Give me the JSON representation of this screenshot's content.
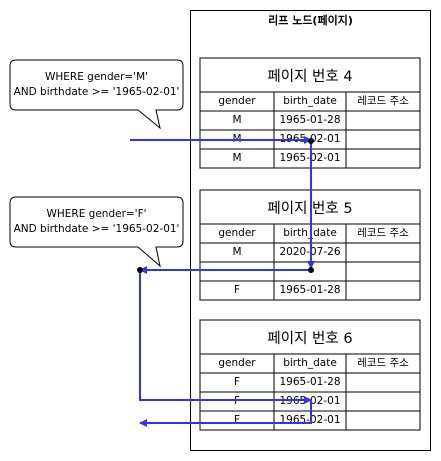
{
  "container": {
    "title": "리프 노드(페이지)"
  },
  "callouts": [
    {
      "line1": "WHERE gender='M'",
      "line2": "AND birthdate >= '1965-02-01'"
    },
    {
      "line1": "WHERE gender='F'",
      "line2": "AND birthdate >= '1965-02-01'"
    }
  ],
  "pages": [
    {
      "title": "페이지 번호 4",
      "headers": [
        "gender",
        "birth_date",
        "레코드 주소"
      ],
      "rows": [
        [
          "M",
          "1965-01-28",
          ""
        ],
        [
          "M",
          "1965-02-01",
          ""
        ],
        [
          "M",
          "1965-02-01",
          ""
        ]
      ]
    },
    {
      "title": "페이지 번호 5",
      "headers": [
        "gender",
        "birth_date",
        "레코드 주소"
      ],
      "rows": [
        [
          "M",
          "2020-07-26",
          ""
        ],
        [
          "",
          "",
          ""
        ],
        [
          "F",
          "1965-01-28",
          ""
        ]
      ]
    },
    {
      "title": "페이지 번호 6",
      "headers": [
        "gender",
        "birth_date",
        "레코드 주소"
      ],
      "rows": [
        [
          "F",
          "1965-01-28",
          ""
        ],
        [
          "F",
          "1965-02-01",
          ""
        ],
        [
          "F",
          "1965-02-01",
          ""
        ]
      ]
    }
  ],
  "colors": {
    "arrow": "#3333ee",
    "border": "#000000"
  }
}
